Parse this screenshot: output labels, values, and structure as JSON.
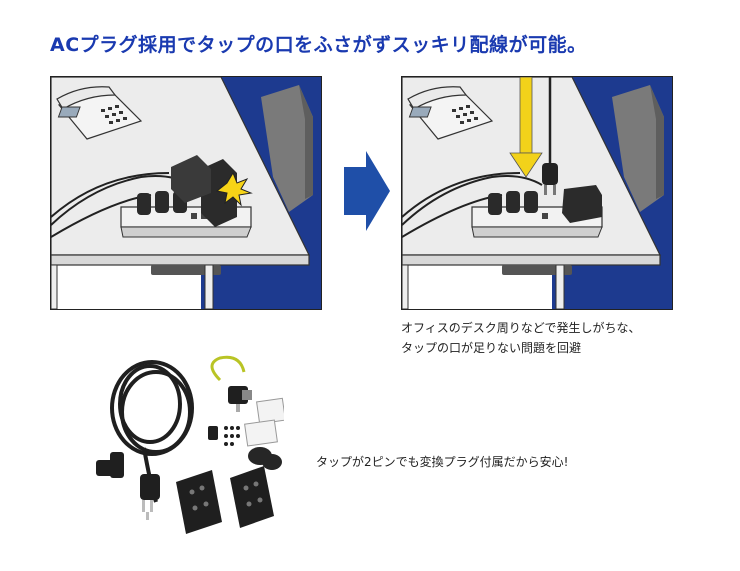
{
  "headline": "ACプラグ採用でタップの口をふさがずスッキリ配線が可能。",
  "caption": {
    "line1": "オフィスのデスク周りなどで発生しがちな、",
    "line2": "タップの口が足りない問題を回避"
  },
  "product_note": "タップが2ピンでも変換プラグ付属だから安心!",
  "colors": {
    "headline": "#1a3ab0",
    "office_blue": "#1d3a8f",
    "arrow_blue": "#1f4fa8",
    "desk": "#e9e9e9",
    "chair": "#7a7a7a",
    "spark": "#f7d417",
    "guide_arrow": "#f2d21a"
  },
  "icons": {
    "transition": "right-arrow-icon",
    "direction": "down-arrow-icon",
    "spark": "spark-icon"
  }
}
